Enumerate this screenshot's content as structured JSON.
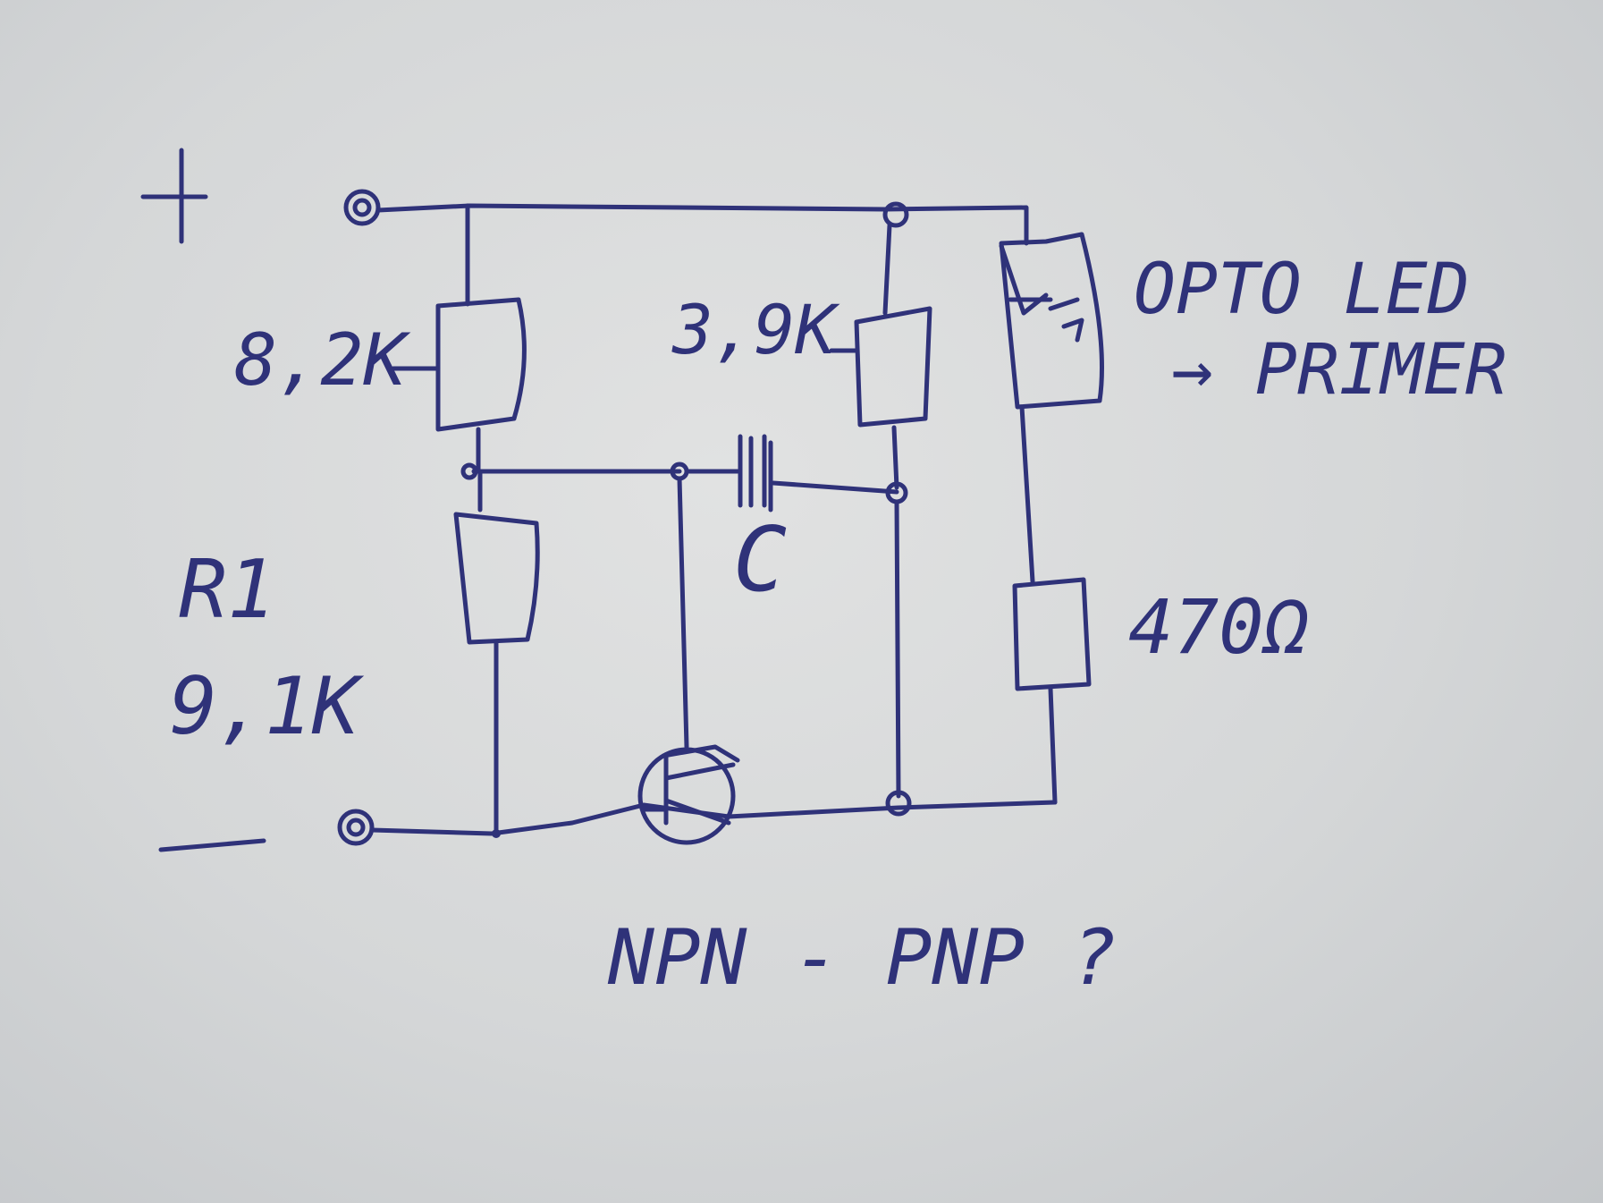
{
  "labels": {
    "plus": "+",
    "minus": "—",
    "r_top": "8,2K",
    "r1_name": "R1",
    "r1_value": "9,1K",
    "r_collector": "3,9K",
    "capacitor": "C",
    "opto_line1": "OPTO LED",
    "opto_line2": "→ PRIMER",
    "r_led": "470Ω",
    "transistor": "NPN - PNP ?"
  },
  "colors": {
    "ink": "#2f3279",
    "paper": "#d8dadb"
  }
}
